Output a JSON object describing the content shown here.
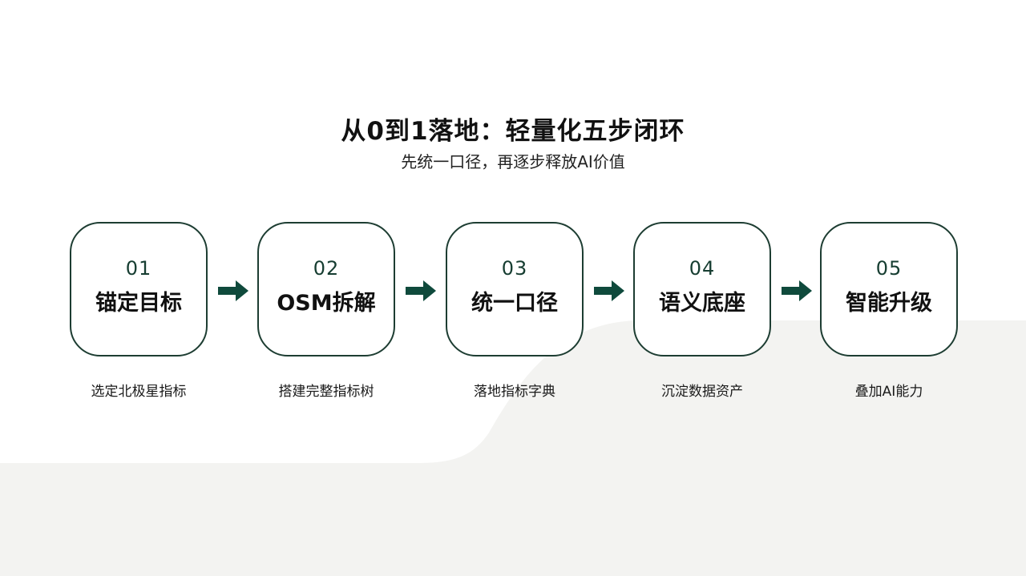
{
  "title": "从0到1落地：轻量化五步闭环",
  "subtitle": "先统一口径，再逐步释放AI价值",
  "colors": {
    "accent": "#0f4a3c",
    "border": "#1d3d32",
    "background": "#f3f3f1",
    "panel": "#ffffff"
  },
  "steps": [
    {
      "num": "01",
      "label": "锚定目标",
      "desc": "选定北极星指标"
    },
    {
      "num": "02",
      "label": "OSM拆解",
      "desc": "搭建完整指标树"
    },
    {
      "num": "03",
      "label": "统一口径",
      "desc": "落地指标字典"
    },
    {
      "num": "04",
      "label": "语义底座",
      "desc": "沉淀数据资产"
    },
    {
      "num": "05",
      "label": "智能升级",
      "desc": "叠加AI能力"
    }
  ],
  "arrow_icon": "arrow-right-icon"
}
